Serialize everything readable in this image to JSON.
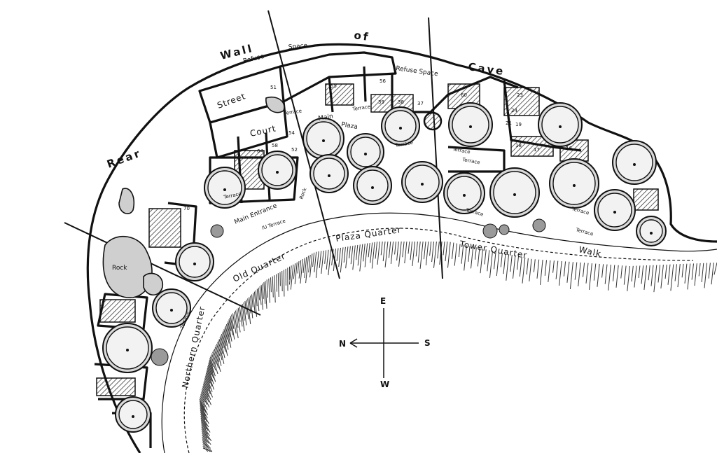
{
  "map": {
    "cave_labels": {
      "wall": "Wall",
      "of": "of",
      "cave": "Cave",
      "rear": "Rear"
    },
    "areas": {
      "refuse_space_1": "Refuse",
      "refuse_space_2": "Space",
      "refuse_space_3": "Refuse Space",
      "street": "Street",
      "court": "Court",
      "main_plaza_1": "Main",
      "main_plaza_2": "Plaza",
      "main_entrance": "Main Entrance",
      "rock": "Rock",
      "walk": "Walk",
      "rock_big": "Rock"
    },
    "terraces": {
      "t1": "Terrace",
      "t2": "Terrace",
      "t3": "Terrace",
      "t4": "Terrace",
      "t5": "Terrace",
      "t6": "Terrace",
      "t7": "Terrace",
      "t8": "Terrace",
      "t9": "Terrace",
      "t10": "Terrace",
      "iu_terrace": "IU Terrace"
    },
    "quarters": {
      "plaza": "Plaza Quarter",
      "tower": "Tower Quarter",
      "old": "Old Quarter",
      "northern": "Northern Quarter"
    },
    "room_numbers": {
      "r1": "51",
      "r2": "56",
      "r3": "55",
      "r4": "37",
      "r5": "38",
      "r6": "39",
      "r7": "60",
      "r8": "64",
      "r9": "58",
      "r10": "52",
      "r11": "54",
      "r12": "18",
      "r13": "17",
      "r14": "16",
      "r15": "70",
      "r16": "23",
      "r17": "24",
      "r18": "21",
      "r19": "19"
    },
    "compass": {
      "e": "E",
      "n": "N",
      "s": "S",
      "w": "W"
    }
  }
}
